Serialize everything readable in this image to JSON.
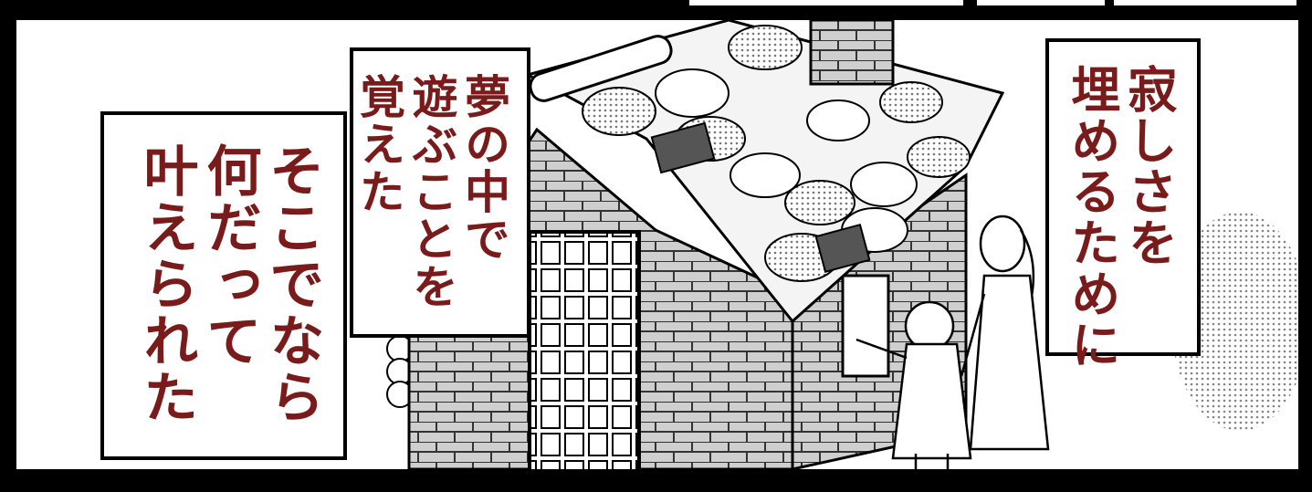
{
  "caption_right": {
    "lines": [
      "寂しさを",
      "埋めるために"
    ]
  },
  "caption_middle": {
    "lines": [
      "夢の中で",
      "遊ぶことを",
      "覚えた"
    ]
  },
  "caption_left": {
    "lines": [
      "そこでなら",
      "何だって",
      "叶えられた"
    ]
  },
  "colors": {
    "caption_text": "#7a1b1b",
    "background": "#000000",
    "panel": "#ffffff"
  },
  "scene": {
    "subject": "house-with-brick-walls-and-plate-roof",
    "figures": [
      "child",
      "woman"
    ]
  }
}
